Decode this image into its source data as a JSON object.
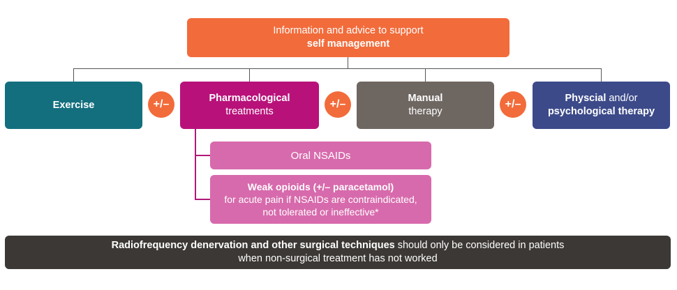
{
  "top": {
    "line1": "Information and advice to support",
    "line2": "self management"
  },
  "exercise": {
    "label": "Exercise"
  },
  "pharma": {
    "line1": "Pharmacological",
    "line2": "treatments"
  },
  "manual": {
    "line1": "Manual",
    "line2": "therapy"
  },
  "psych": {
    "bold1": "Physcial",
    "rest1": " and/or",
    "line2": "psychological therapy"
  },
  "plus_minus": "+/–",
  "nsaids": {
    "label": "Oral NSAIDs"
  },
  "opioids": {
    "title": "Weak opioids (+/– paracetamol)",
    "line2": "for acute pain if NSAIDs are contraindicated,",
    "line3": "not tolerated or ineffective*"
  },
  "bottom": {
    "bold": "Radiofrequency denervation and other surgical techniques",
    "rest": " should only be considered in patients",
    "line2": "when non-surgical treatment has not worked"
  },
  "colors": {
    "orange": "#f26b3a",
    "teal": "#136f7e",
    "magenta": "#b8127a",
    "taupe": "#6e6661",
    "indigo": "#3c4a8a",
    "pink": "#d76aac",
    "dark": "#3c3835"
  }
}
